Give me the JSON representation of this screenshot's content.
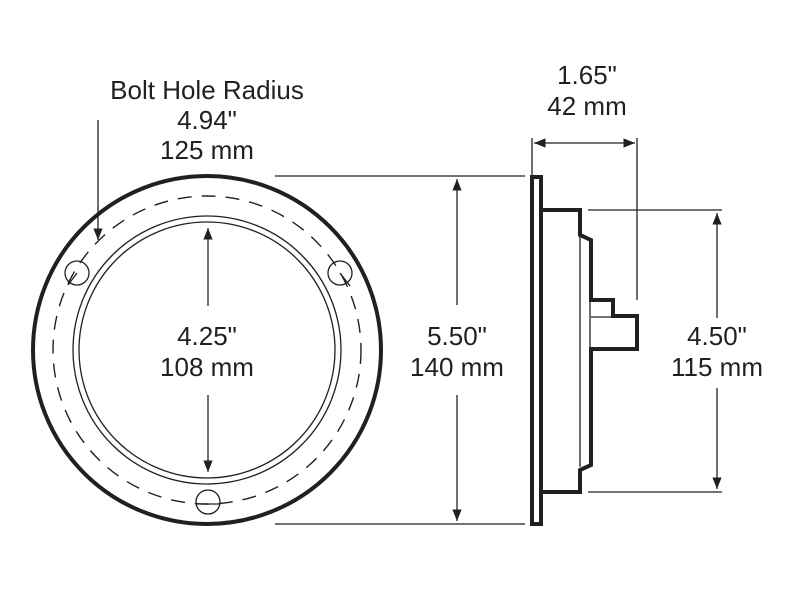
{
  "bolt_hole": {
    "label": "Bolt Hole Radius",
    "inches": "4.94\"",
    "mm": "125 mm"
  },
  "depth": {
    "inches": "1.65\"",
    "mm": "42 mm"
  },
  "lens_diameter": {
    "inches": "4.25\"",
    "mm": "108 mm"
  },
  "overall_diameter": {
    "inches": "5.50\"",
    "mm": "140 mm"
  },
  "body_diameter": {
    "inches": "4.50\"",
    "mm": "115 mm"
  },
  "colors": {
    "line": "#231f20",
    "background": "#ffffff"
  }
}
